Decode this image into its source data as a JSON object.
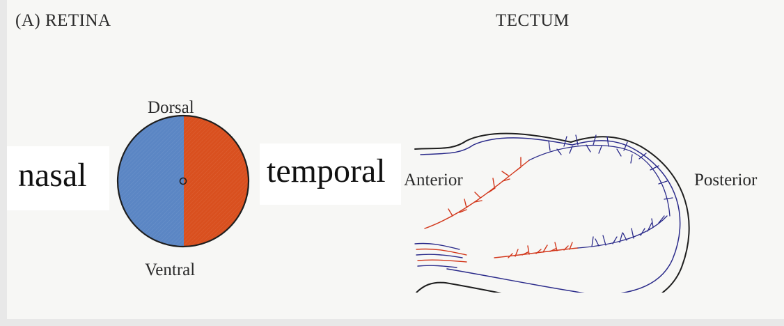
{
  "retina": {
    "panel_label": "(A)   RETINA",
    "dorsal": "Dorsal",
    "ventral": "Ventral",
    "nasal": "nasal",
    "temporal": "temporal"
  },
  "tectum": {
    "title": "TECTUM",
    "anterior": "Anterior",
    "posterior": "Posterior"
  },
  "colors": {
    "nasal_blue": "#5b86c4",
    "temporal_red": "#d9501f",
    "axon_blue": "#2a2a8a",
    "axon_red": "#d2361a",
    "outline": "#1e1e1e",
    "background": "#e8e8e8"
  }
}
